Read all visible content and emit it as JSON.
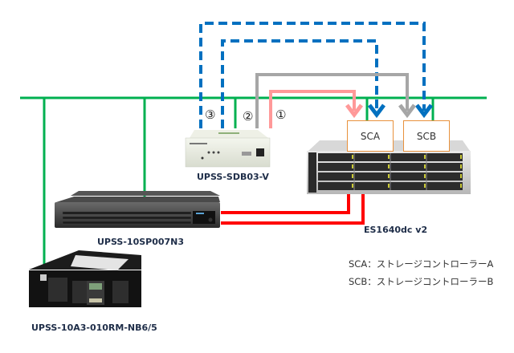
{
  "title": "UPS shutdown connection diagram",
  "devices": {
    "sdb": {
      "label": "UPSS-SDB03-V",
      "icon": "shutdown-box"
    },
    "ups_rack": {
      "label": "UPSS-10SP007N3",
      "icon": "rack-ups"
    },
    "ups_tower": {
      "label": "UPSS-10A3-010RM-NB6/5",
      "icon": "tower-ups"
    },
    "storage": {
      "label": "ES1640dc v2",
      "icon": "storage-array"
    }
  },
  "controllers": [
    {
      "id": "SCA",
      "label": "SCA"
    },
    {
      "id": "SCB",
      "label": "SCB"
    }
  ],
  "connection_numbers": [
    "③",
    "②",
    "①"
  ],
  "legend": [
    {
      "text": "SCA：ストレージコントローラーA"
    },
    {
      "text": "SCB：ストレージコントローラーB"
    }
  ],
  "colors": {
    "network": "#00b050",
    "power": "#ff0000",
    "signal1": "#ff9999",
    "signal2": "#a6a6a6",
    "signal3": "#0070c0",
    "controller_border": "#e8913c"
  }
}
